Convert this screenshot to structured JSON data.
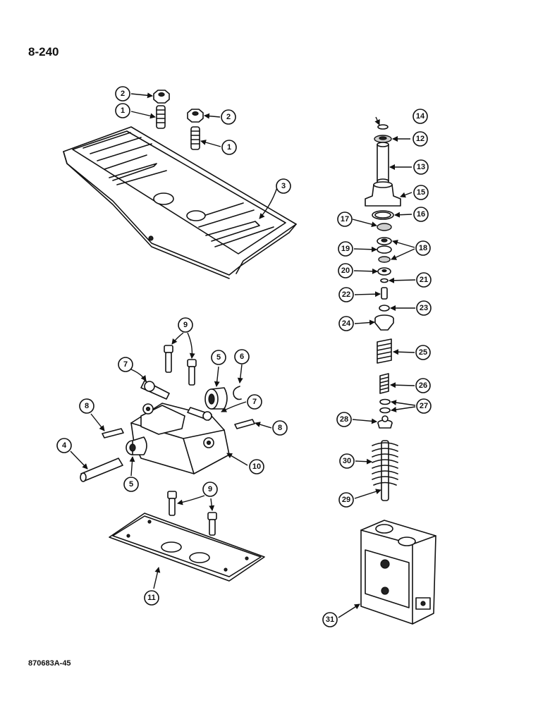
{
  "header": {
    "page_number": "8-240"
  },
  "footer": {
    "figure_code": "870683A-45"
  },
  "callouts": [
    "1",
    "2",
    "3",
    "4",
    "5",
    "6",
    "7",
    "8",
    "9",
    "10",
    "11",
    "12",
    "13",
    "14",
    "15",
    "16",
    "17",
    "18",
    "19",
    "20",
    "21",
    "22",
    "23",
    "24",
    "25",
    "26",
    "27",
    "28",
    "29",
    "30",
    "31"
  ],
  "colors": {
    "ink": "#111111",
    "paper": "#ffffff"
  }
}
